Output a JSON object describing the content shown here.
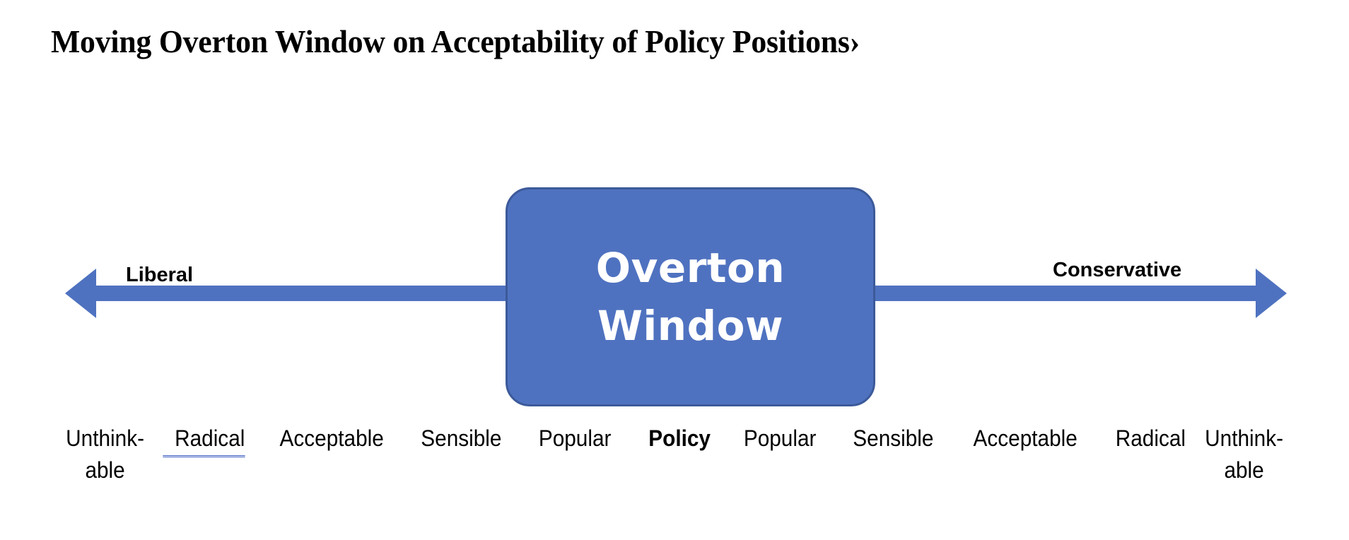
{
  "title": {
    "text": "Moving Overton Window on Acceptability of Policy Positions",
    "trailing_glyph": "›"
  },
  "axis": {
    "left_label": "Liberal",
    "right_label": "Conservative",
    "color": "#4f72c0"
  },
  "window": {
    "line1": "Overton",
    "line2": "Window",
    "fill_color": "#4f72c0",
    "border_color": "#3c5a9a",
    "text_color": "#ffffff"
  },
  "scale": {
    "underline_color": "#3a5bbf",
    "items": [
      {
        "label": "Unthink-\nable",
        "bold": false,
        "underlined": false
      },
      {
        "label": "Radical",
        "bold": false,
        "underlined": true
      },
      {
        "label": "Acceptable",
        "bold": false,
        "underlined": false
      },
      {
        "label": "Sensible",
        "bold": false,
        "underlined": false
      },
      {
        "label": "Popular",
        "bold": false,
        "underlined": false
      },
      {
        "label": "Policy",
        "bold": true,
        "underlined": false
      },
      {
        "label": "Popular",
        "bold": false,
        "underlined": false
      },
      {
        "label": "Sensible",
        "bold": false,
        "underlined": false
      },
      {
        "label": "Acceptable",
        "bold": false,
        "underlined": false
      },
      {
        "label": "Radical",
        "bold": false,
        "underlined": false
      },
      {
        "label": "Unthink-\nable",
        "bold": false,
        "underlined": false
      }
    ]
  }
}
